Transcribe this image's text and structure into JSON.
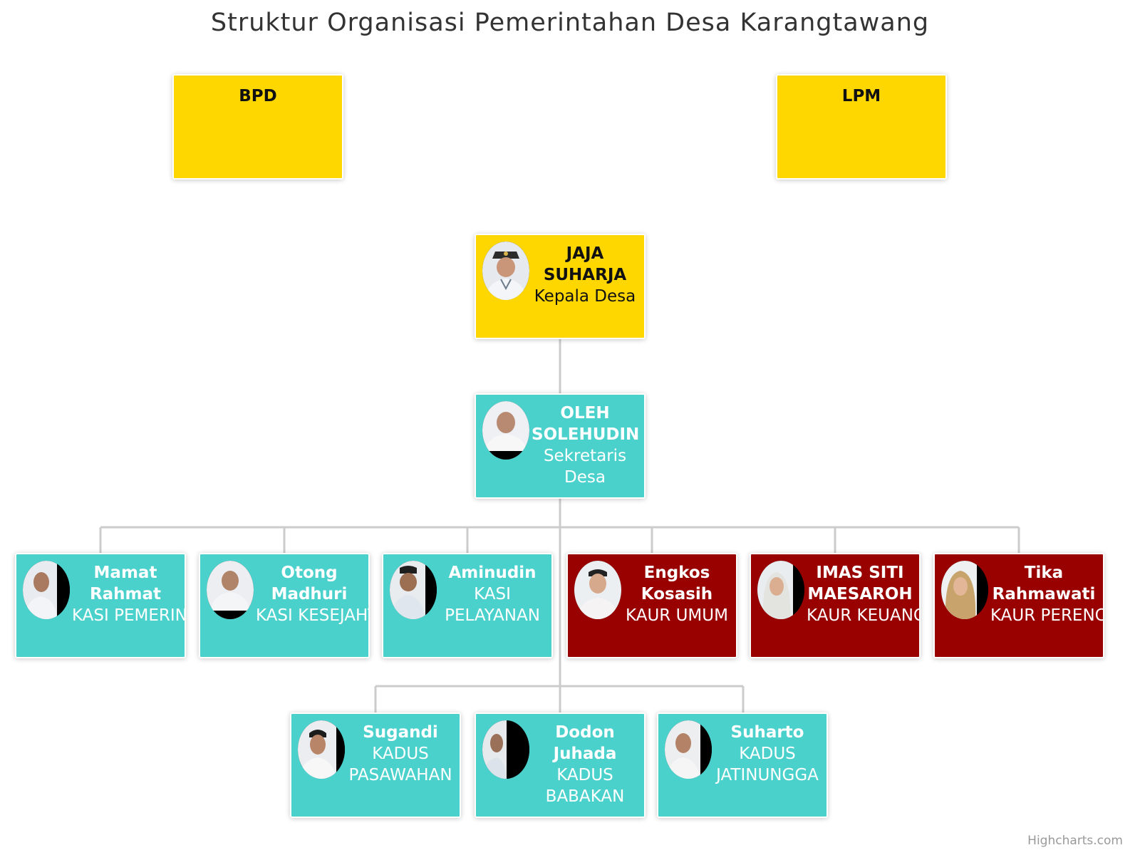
{
  "title": "Struktur Organisasi Pemerintahan Desa Karangtawang",
  "credits": "Highcharts.com",
  "colors": {
    "yellow": "#ffd700",
    "teal": "#4bd1cc",
    "red": "#990000",
    "connector": "#cccccc"
  },
  "nodes": {
    "bpd": {
      "label": "BPD"
    },
    "lpm": {
      "label": "LPM"
    },
    "kepala": {
      "name": "JAJA SUHARJA",
      "role": "Kepala Desa"
    },
    "sekretaris": {
      "name": "OLEH SOLEHUDIN",
      "role": "Sekretaris Desa"
    },
    "kasi_pemerintahan": {
      "name": "Mamat Rahmat",
      "role": "KASI PEMERINTAH"
    },
    "kasi_kesejahteraan": {
      "name": "Otong Madhuri",
      "role": "KASI KESEJAHTER"
    },
    "kasi_pelayanan": {
      "name": "Aminudin",
      "role": "KASI PELAYANAN"
    },
    "kaur_umum": {
      "name": "Engkos Kosasih",
      "role": "KAUR UMUM"
    },
    "kaur_keuangan": {
      "name": "IMAS SITI MAESAROH",
      "role": "KAUR KEUANGAN"
    },
    "kaur_perencanaan": {
      "name": "Tika Rahmawati",
      "role": "KAUR PERENCANA"
    },
    "kadus_pasawahan": {
      "name": "Sugandi",
      "role": "KADUS PASAWAHAN"
    },
    "kadus_babakan": {
      "name": "Dodon Juhada",
      "role": "KADUS BABAKAN"
    },
    "kadus_jatinunggal": {
      "name": "Suharto",
      "role": "KADUS JATINUNGGA"
    }
  }
}
